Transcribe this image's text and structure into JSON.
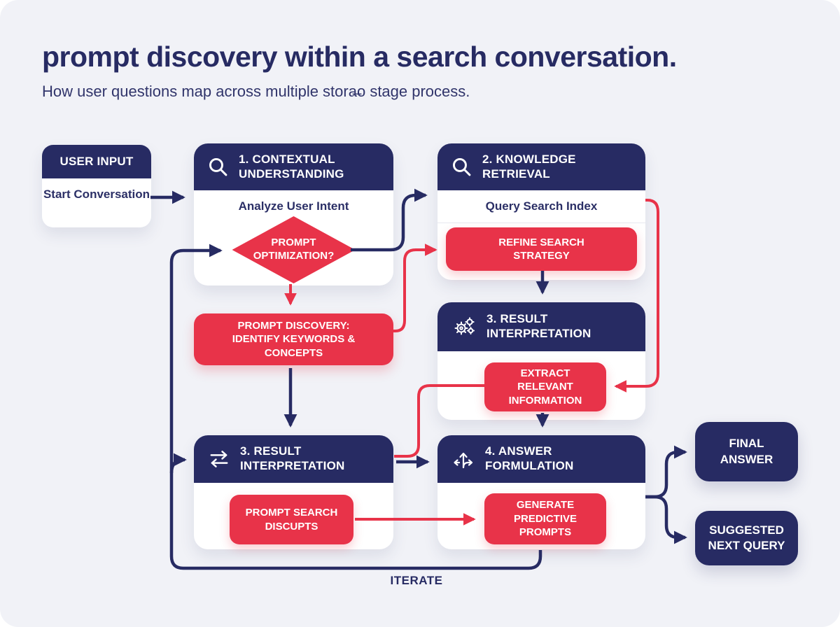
{
  "page": {
    "title": "prompt discovery within a search conversation.",
    "subtitle": "How user questions map across multiple stora̶o stage process."
  },
  "colors": {
    "navy": "#272b63",
    "red": "#e83349",
    "background": "#f1f2f7",
    "card": "#ffffff"
  },
  "icons": {
    "contextual": "magnifier-icon",
    "knowledge": "magnifier-icon",
    "result_right": "gears-icon",
    "result_left": "swap-arrows-icon",
    "answer": "branch-arrows-icon"
  },
  "nodes": {
    "user_input": {
      "header": "USER INPUT",
      "body": "Start Conversation"
    },
    "contextual": {
      "header": "1. CONTEXTUAL UNDERSTANDING",
      "body": "Analyze User Intent",
      "decision": "PROMPT OPTIMIZATION?"
    },
    "knowledge": {
      "header": "2. KNOWLEDGE RETRIEVAL",
      "body": "Query Search Index",
      "action": "REFINE SEARCH STRATEGY"
    },
    "result_right": {
      "header": "3. RESULT INTERPRETATION",
      "action": "EXTRACT RELEVANT INFORMATION"
    },
    "prompt_discovery": {
      "label": "PROMPT DISCOVERY: IDENTIFY KEYWORDS & CONCEPTS"
    },
    "result_left": {
      "header": "3. RESULT INTERPRETATION",
      "action": "PROMPT SEARCH DISCUPTS"
    },
    "answer": {
      "header": "4. ANSWER FORMULATION",
      "action": "GENERATE PREDICTIVE PROMPTS"
    },
    "final_answer": {
      "label": "FINAL ANSWER"
    },
    "suggested_next": {
      "label": "SUGGESTED NEXT QUERY"
    }
  },
  "annotations": {
    "iterate": "ITERATE"
  }
}
